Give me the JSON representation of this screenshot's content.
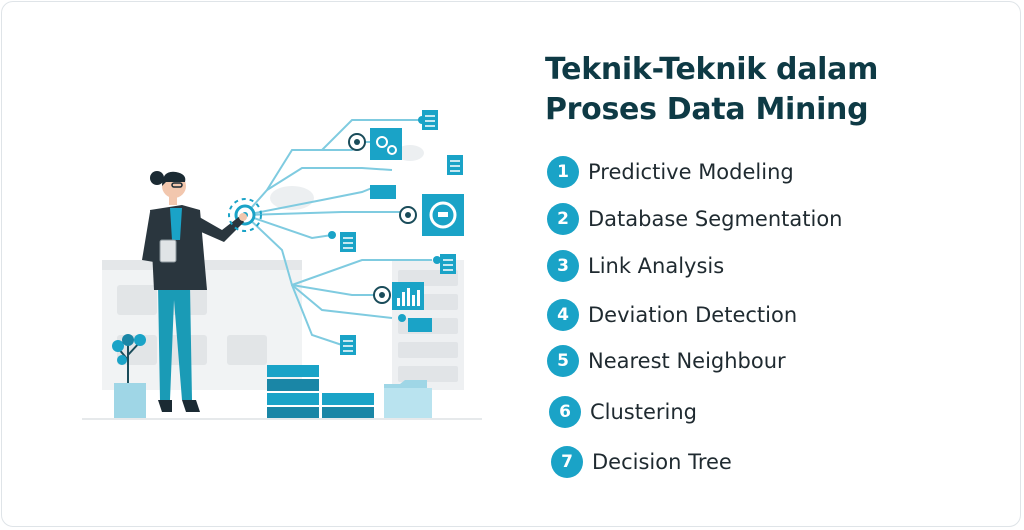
{
  "title_line1": "Teknik-Teknik dalam",
  "title_line2": "Proses Data Mining",
  "items": [
    {
      "number": "1",
      "label": "Predictive Modeling"
    },
    {
      "number": "2",
      "label": "Database Segmentation"
    },
    {
      "number": "3",
      "label": "Link Analysis"
    },
    {
      "number": "4",
      "label": "Deviation Detection"
    },
    {
      "number": "5",
      "label": "Nearest Neighbour"
    },
    {
      "number": "6",
      "label": "Clustering"
    },
    {
      "number": "7",
      "label": "Decision Tree"
    }
  ],
  "colors": {
    "accent": "#1aa3c7",
    "title": "#0e3a45",
    "text": "#1f2a30"
  },
  "illustration": {
    "icons": [
      "gear-icon",
      "document-icon",
      "gauge-icon",
      "bar-chart-icon",
      "server-icon",
      "folder-icon",
      "plant-icon"
    ]
  }
}
